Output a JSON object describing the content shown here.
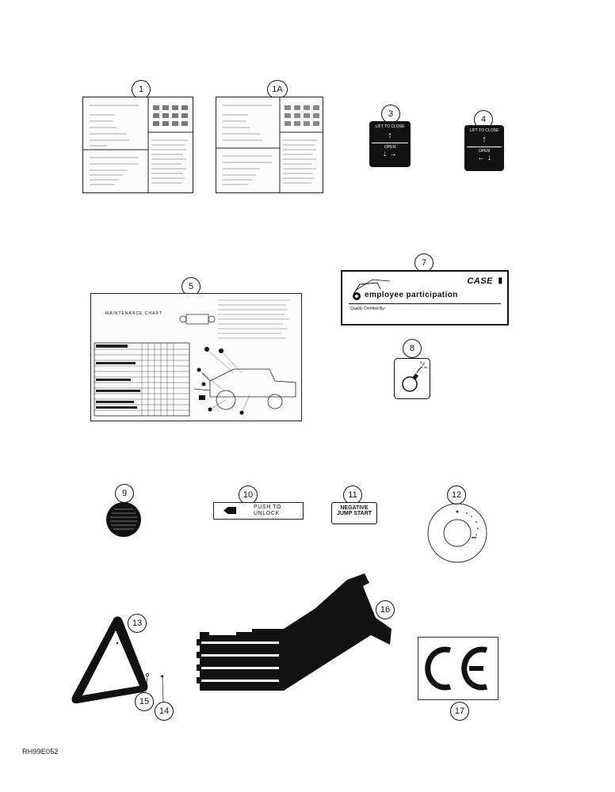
{
  "figure_code": "RH99E052",
  "callouts": {
    "c1": "1",
    "c1a": "1A",
    "c3": "3",
    "c4": "4",
    "c5": "5",
    "c7": "7",
    "c8": "8",
    "c9": "9",
    "c10": "10",
    "c11": "11",
    "c12": "12",
    "c13": "13",
    "c14": "14",
    "c15": "15",
    "c16": "16",
    "c17": "17"
  },
  "decal_3": {
    "top_text": "LIFT TO CLOSE",
    "bottom_text": "OPEN"
  },
  "decal_4": {
    "top_text": "LIFT TO CLOSE",
    "bottom_text": "OPEN"
  },
  "decal_5": {
    "title": "MAINTENANCE CHART"
  },
  "decal_7": {
    "brand": "CASE",
    "title": "employee participation",
    "subtitle": "Quality Certified By:"
  },
  "decal_10": {
    "line1": "PUSH TO",
    "line2": "UNLOCK"
  },
  "decal_11": {
    "line1": "NEGATIVE",
    "line2": "JUMP START"
  },
  "decal_17": {
    "mark": "CE"
  }
}
